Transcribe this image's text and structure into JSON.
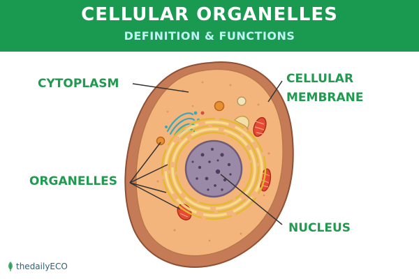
{
  "header": {
    "title": "CELLULAR ORGANELLES",
    "subtitle": "DEFINITION & FUNCTIONS"
  },
  "labels": {
    "cytoplasm": "CYTOPLASM",
    "membrane_line1": "CELLULAR",
    "membrane_line2": "MEMBRANE",
    "organelles": "ORGANELLES",
    "nucleus": "NUCLEUS"
  },
  "logo": {
    "text": "thedailyECO",
    "icon": "leaf-icon"
  },
  "colors": {
    "banner": "#1a9a50",
    "subtitle": "#bdf3f3",
    "label": "#1f9a4f",
    "membrane": "#c47b56",
    "cytoplasm": "#f3b57c",
    "nucleus": "#9a8aa8",
    "er": "#f2d44a"
  }
}
